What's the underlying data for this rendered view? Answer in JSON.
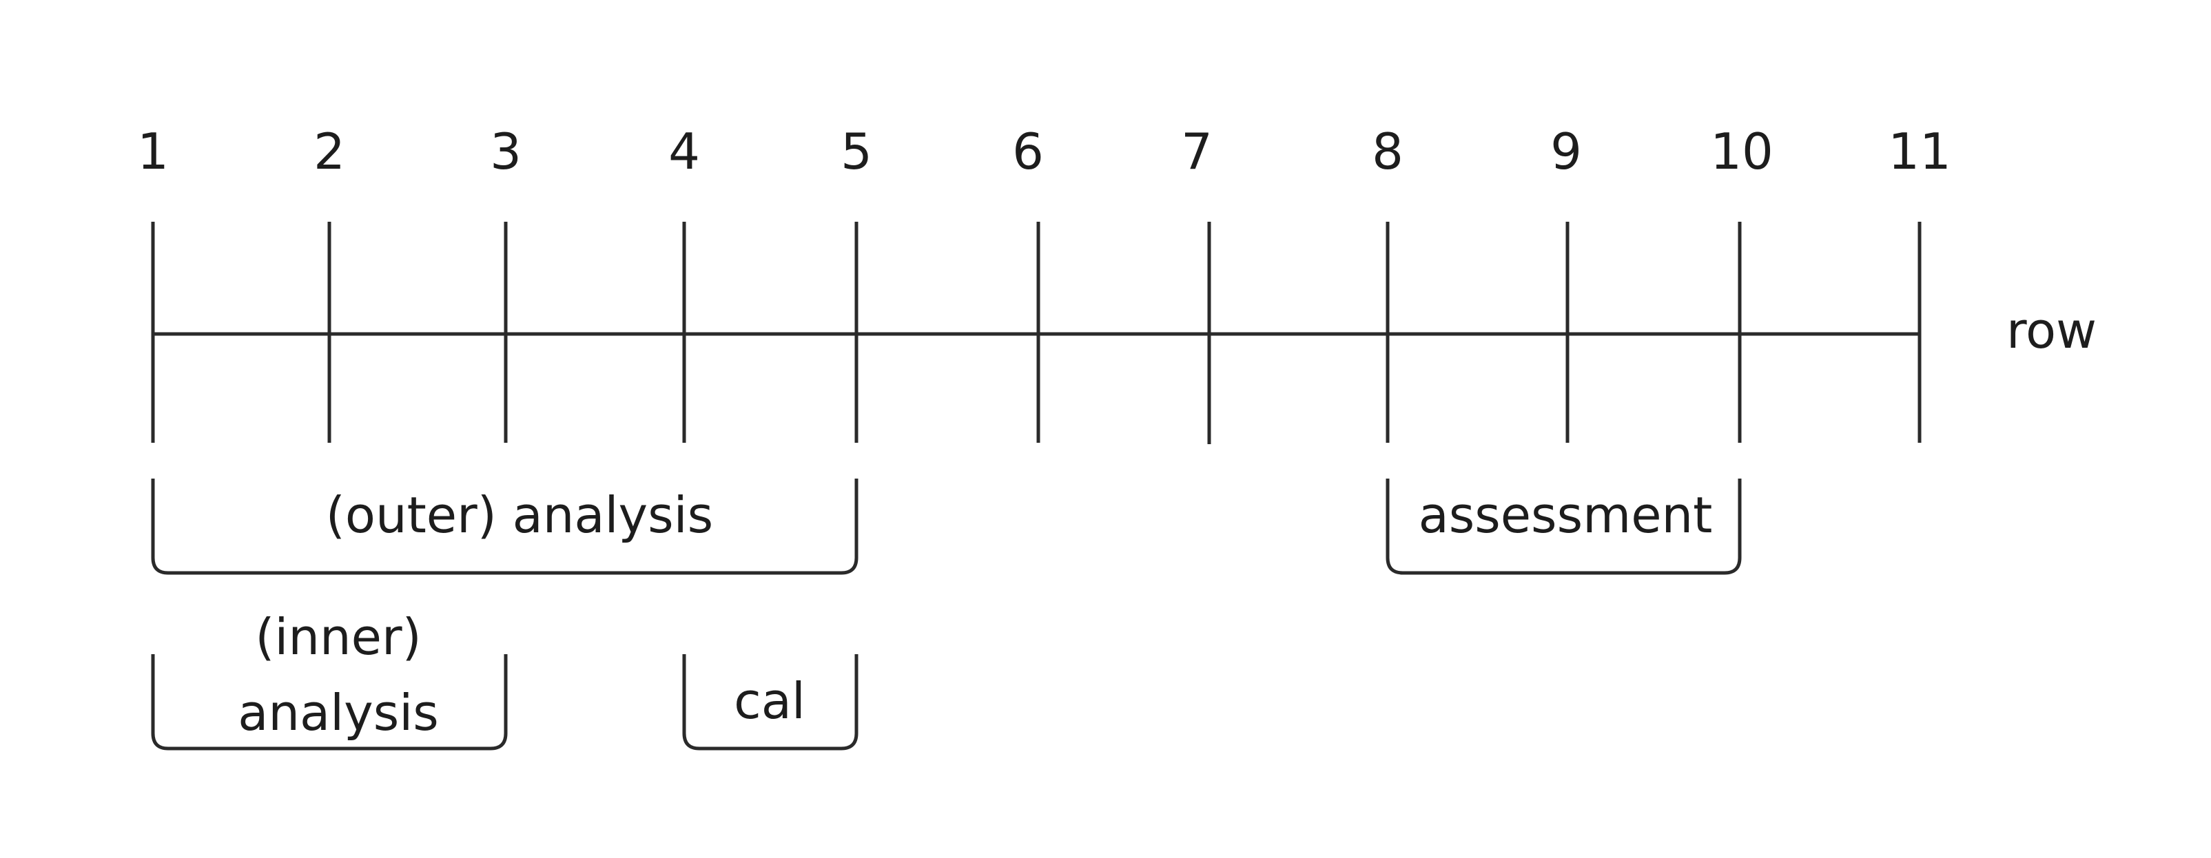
{
  "axis": {
    "label": "row",
    "ticks": [
      "1",
      "2",
      "3",
      "4",
      "5",
      "6",
      "7",
      "8",
      "9",
      "10",
      "11"
    ]
  },
  "brackets": {
    "outer_analysis": {
      "label": "(outer) analysis",
      "from": 1,
      "to": 5
    },
    "assessment": {
      "label": "assessment",
      "from": 8,
      "to": 10
    },
    "inner_analysis": {
      "label_line1": "(inner)",
      "label_line2": "analysis",
      "from": 1,
      "to": 3
    },
    "cal": {
      "label": "cal",
      "from": 4,
      "to": 5
    }
  },
  "colors": {
    "line": "#2a2a2a",
    "text": "#1d1d1d",
    "background": "#ffffff"
  }
}
